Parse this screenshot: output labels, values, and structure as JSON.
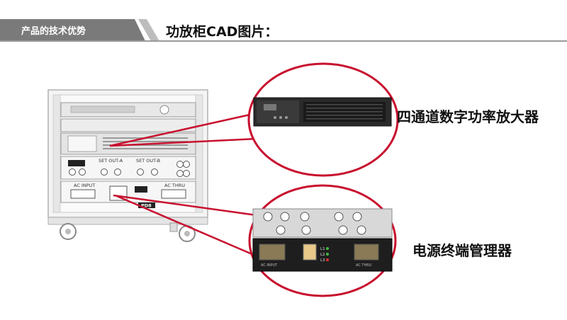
{
  "header": {
    "section_tab": "产品的技术优势",
    "title": "功放柜CAD图片："
  },
  "callouts": {
    "amplifier_label": "四通道数字功率放大器",
    "power_manager_label": "电源终端管理器"
  },
  "cabinet": {
    "set_out_a": "SET OUT-A",
    "set_out_b": "SET OUT-B",
    "ac_input": "AC INPUT",
    "ac_thru": "AC THRU",
    "model_badge": "PD8"
  },
  "photo_panel": {
    "ac_input": "AC INPUT",
    "ac_thru": "AC THRU",
    "l1": "L1",
    "l2": "L2",
    "l3": "L3"
  },
  "colors": {
    "accent_red": "#c8102e",
    "tab_gray": "#7a7a7a"
  }
}
